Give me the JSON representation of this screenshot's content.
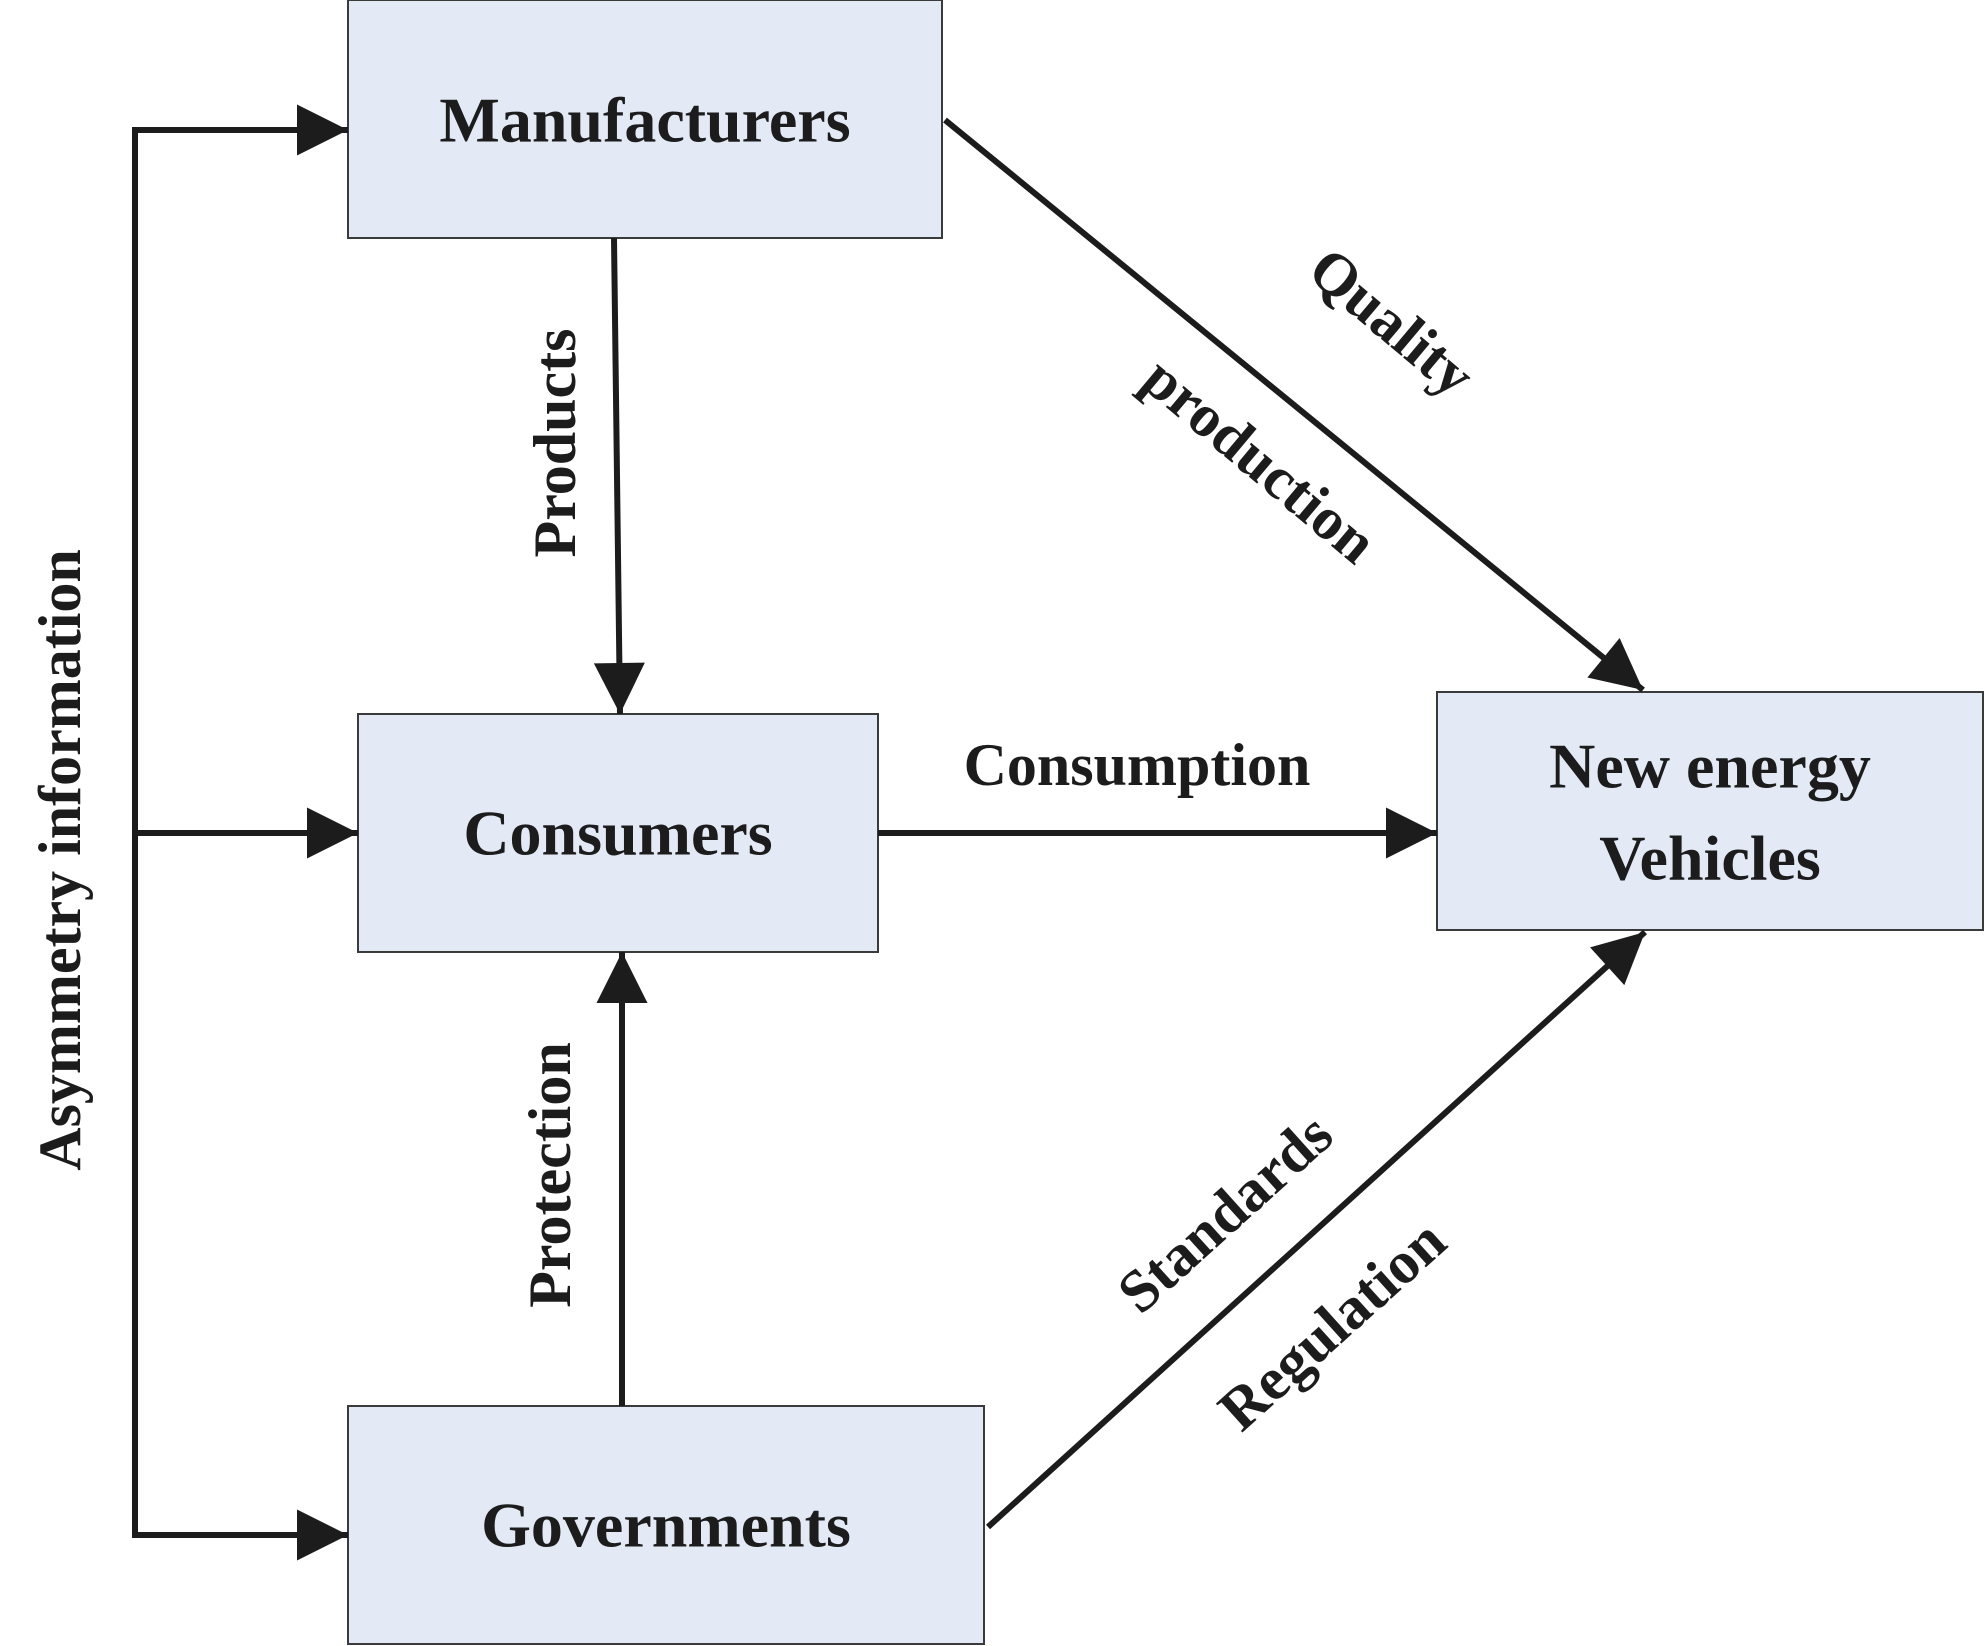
{
  "nodes": {
    "manufacturers": "Manufacturers",
    "consumers": "Consumers",
    "governments": "Governments",
    "nev_line1": "New energy",
    "nev_line2": "Vehicles"
  },
  "edges": {
    "asymmetry": "Asymmetry information",
    "products": "Products",
    "protection": "Protection",
    "consumption": "Consumption",
    "quality": "Quality",
    "production": "production",
    "standards": "Standards",
    "regulation": "Regulation"
  },
  "colors": {
    "box_fill": "#e3eaf6",
    "box_stroke": "#3a3a3a",
    "ink": "#1c1c1c"
  }
}
